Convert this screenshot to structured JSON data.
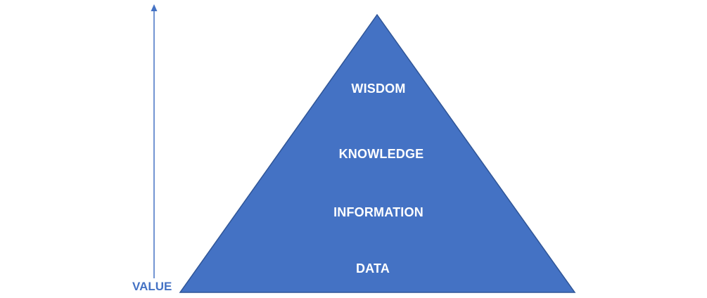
{
  "colors": {
    "pyramid_fill": "#4472c4",
    "pyramid_stroke": "#2f5597",
    "arrow": "#4472c4",
    "axis_label": "#4472c4",
    "layer_text": "#ffffff"
  },
  "axis": {
    "label": "VALUE"
  },
  "pyramid": {
    "layers": [
      {
        "label": "WISDOM"
      },
      {
        "label": "KNOWLEDGE"
      },
      {
        "label": "INFORMATION"
      },
      {
        "label": "DATA"
      }
    ]
  }
}
